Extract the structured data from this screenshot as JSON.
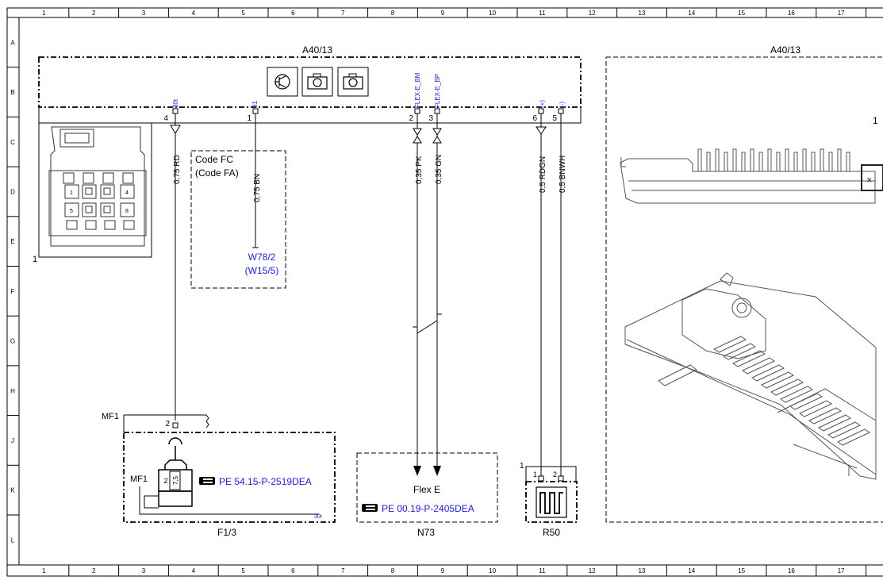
{
  "grid": {
    "columns": [
      "1",
      "2",
      "3",
      "4",
      "5",
      "6",
      "7",
      "8",
      "9",
      "10",
      "11",
      "12",
      "13",
      "14",
      "15",
      "16",
      "17"
    ],
    "rows": [
      "A",
      "B",
      "C",
      "D",
      "E",
      "F",
      "G",
      "H",
      "J",
      "K",
      "L"
    ]
  },
  "module": {
    "name": "A40/13",
    "pin_labels": [
      "30t",
      "31",
      "FLEX-E_BM",
      "FLEX-E_BP",
      "(+)",
      "(-)"
    ],
    "pin_numbers": [
      "4",
      "1",
      "2",
      "3",
      "6",
      "5"
    ],
    "wire_labels": [
      "0,75 RD",
      "0,75 BN",
      "0,35 PK",
      "0,35 GN",
      "0,5 RDGN",
      "0,5 BNWH"
    ],
    "connector_label": "1",
    "connector_cells": [
      "1",
      "4",
      "5",
      "8"
    ]
  },
  "code_box": {
    "line1": "Code FC",
    "line2": "(Code FA)",
    "ground_ref1": "W78/2",
    "ground_ref2": "(W15/5)"
  },
  "fuse": {
    "mf_top": "MF1",
    "pin": "2",
    "mf_side": "MF1",
    "inner_pin": "2",
    "rating": "7,5",
    "ref": "PE 54.15-P-2519DEA",
    "terminal": "30t",
    "name": "F1/3"
  },
  "sensor": {
    "title": "Flex E",
    "ref": "PE 00.19-P-2405DEA",
    "name": "N73"
  },
  "heater": {
    "conn": "1",
    "pin1": "1",
    "pin2": "2",
    "name": "R50"
  },
  "photo": {
    "name": "A40/13",
    "pin": "1"
  },
  "colors": {
    "line": "#000000",
    "reference_text": "#1a1aff",
    "image_line": "#555555"
  }
}
